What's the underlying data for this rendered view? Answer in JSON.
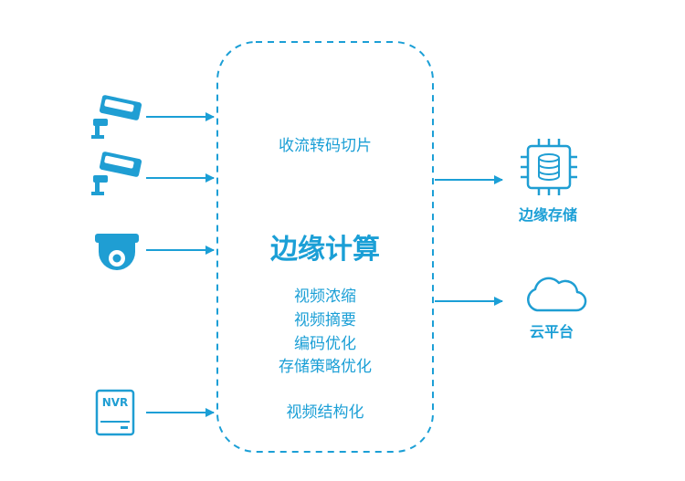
{
  "center": {
    "title": "边缘计算",
    "top_text": "收流转码切片",
    "mid_lines": [
      "视频浓缩",
      "视频摘要",
      "编码优化",
      "存储策略优化"
    ],
    "bottom_text": "视频结构化"
  },
  "inputs": {
    "nvr_label": "NVR"
  },
  "outputs": {
    "storage_label": "边缘存储",
    "cloud_label": "云平台"
  },
  "colors": {
    "accent": "#1b9fd6",
    "icon_dark": "#1f9ed3",
    "background": "#ffffff"
  }
}
